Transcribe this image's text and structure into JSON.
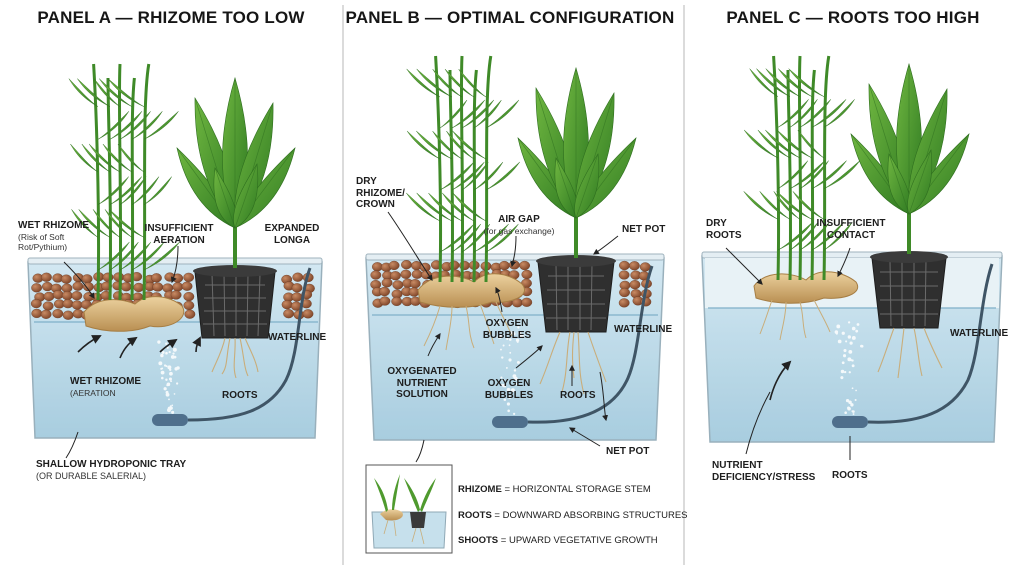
{
  "panels": [
    {
      "title": "PANEL A — RHIZOME TOO LOW",
      "labels": {
        "wet_rhizome_1": "WET RHIZOME",
        "wet_rhizome_1_sub": "(Risk of Soft Rot/Pythium)",
        "insufficient_aeration": "INSUFFICIENT AERATION",
        "expanded_longa": "EXPANDED LONGA",
        "waterline": "WATERLINE",
        "wet_rhizome_2": "WET RHIZOME",
        "wet_rhizome_2_sub": "(AERATION",
        "roots": "ROOTS",
        "tray": "SHALLOW HYDROPONIC TRAY",
        "tray_sub": "(OR DURABLE SALERIAL)"
      }
    },
    {
      "title": "PANEL B — OPTIMAL CONFIGURATION",
      "labels": {
        "dry_rhizome": "DRY RHIZOME/ CROWN",
        "air_gap": "AIR GAP",
        "air_gap_sub": "(for gas exchange)",
        "net_pot_top": "NET POT",
        "waterline": "WATERLINE",
        "oxygen_bubbles_1": "OXYGEN BUBBLES",
        "oxygenated": "OXYGENATED NUTRIENT SOLUTION",
        "oxygen_bubbles_2": "OXYGEN BUBBLES",
        "roots": "ROOTS",
        "net_pot_bottom": "NET POT"
      },
      "legend": [
        {
          "term": "RHIZOME",
          "def": "= HORIZONTAL STORAGE STEM"
        },
        {
          "term": "ROOTS",
          "def": "= DOWNWARD ABSORBING STRUCTURES"
        },
        {
          "term": "SHOOTS",
          "def": "= UPWARD VEGETATIVE GROWTH"
        }
      ]
    },
    {
      "title": "PANEL C — ROOTS TOO HIGH",
      "labels": {
        "dry_roots": "DRY ROOTS",
        "insufficient_contact": "INSUFFICIENT CONTACT",
        "waterline": "WATERLINE",
        "nutrient_deficiency": "NUTRIENT DEFICIENCY/STRESS",
        "roots": "ROOTS"
      }
    }
  ],
  "colors": {
    "water": "#bcdcea",
    "water_deep": "#9fc8dc",
    "tray_edge": "#8fa8b5",
    "pebble": "#9a5a3a",
    "rhizome": "#d9b57a",
    "leaf": "#4f9a2e",
    "leaf_dark": "#2f6f1f",
    "pot": "#3a3a3a",
    "divider": "#b7b7b7"
  }
}
